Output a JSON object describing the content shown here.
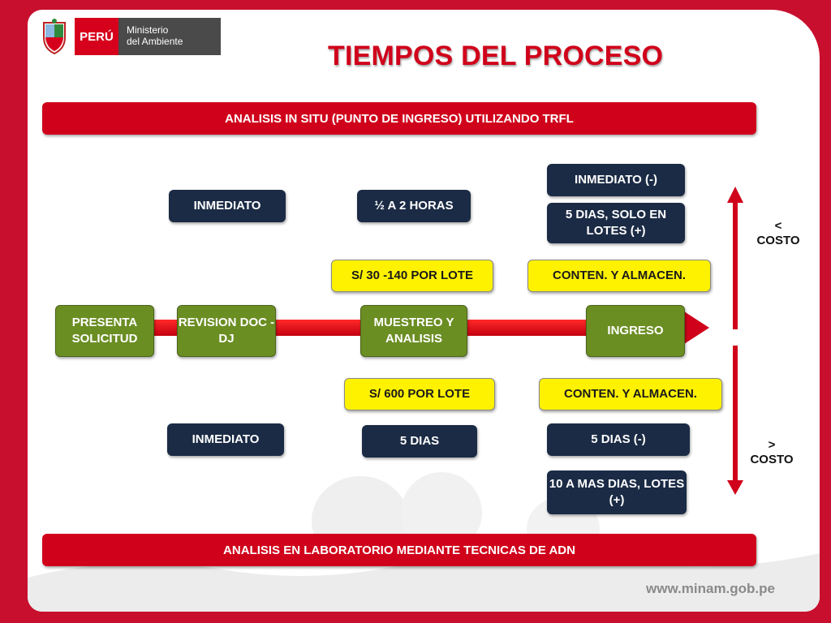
{
  "header": {
    "logo_country": "PERÚ",
    "logo_ministry_line1": "Ministerio",
    "logo_ministry_line2": "del Ambiente",
    "title": "TIEMPOS DEL PROCESO"
  },
  "banners": {
    "top": "ANALISIS IN SITU (PUNTO DE INGRESO) UTILIZANDO TRFL",
    "bottom": "ANALISIS EN LABORATORIO MEDIANTE TECNICAS DE ADN"
  },
  "process_steps": [
    "PRESENTA SOLICITUD",
    "REVISION DOC - DJ",
    "MUESTREO Y ANALISIS",
    "INGRESO"
  ],
  "in_situ": {
    "revision_time": "INMEDIATO",
    "muestreo_time": "½ A 2 HORAS",
    "ingreso_time_1": "INMEDIATO (-)",
    "ingreso_time_2": "5 DIAS, SOLO EN LOTES (+)",
    "muestreo_cost": "S/ 30 -140 POR LOTE",
    "ingreso_cost": "CONTEN. Y ALMACEN."
  },
  "laboratorio": {
    "muestreo_cost": "S/ 600 POR LOTE",
    "ingreso_cost": "CONTEN. Y ALMACEN.",
    "revision_time": "INMEDIATO",
    "muestreo_time": "5 DIAS",
    "ingreso_time_1": "5 DIAS (-)",
    "ingreso_time_2": "10 A MAS DIAS, LOTES (+)"
  },
  "cost_scale": {
    "less_symbol": "<",
    "less_label": "COSTO",
    "more_symbol": ">",
    "more_label": "COSTO"
  },
  "footer": {
    "url": "www.minam.gob.pe"
  },
  "colors": {
    "brand_red": "#d0021b",
    "navy": "#1b2b45",
    "yellow": "#fff200",
    "green": "#6b8e23"
  }
}
